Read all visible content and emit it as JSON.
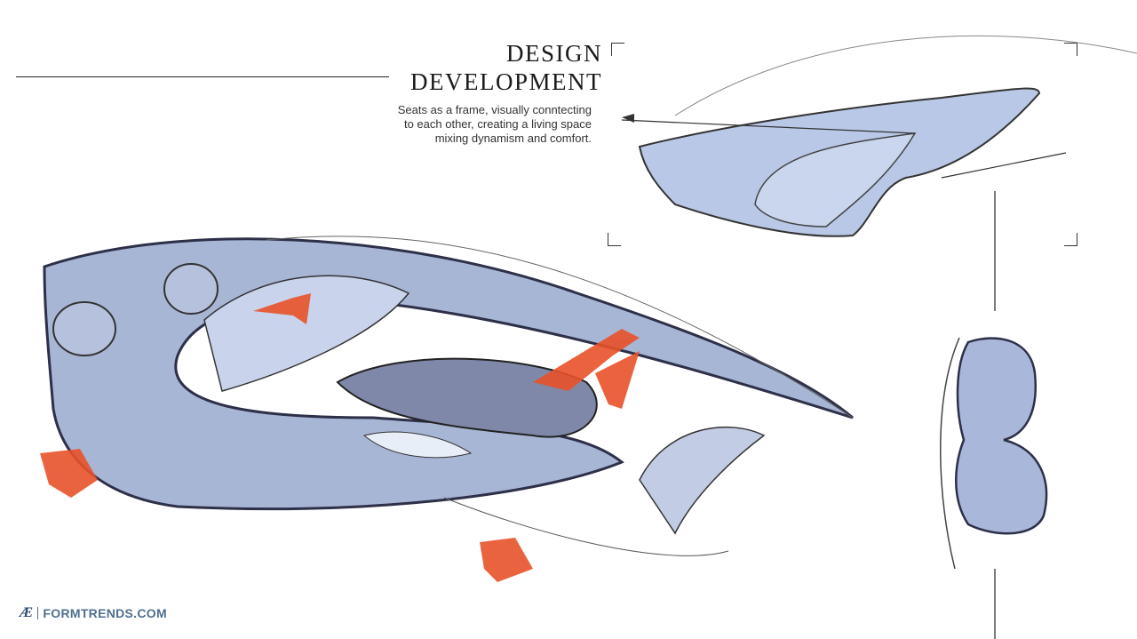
{
  "title": {
    "line1": "DESIGN",
    "line2": "DEVELOPMENT"
  },
  "description": [
    "Seats as a frame, visually conntecting",
    "to each other, creating a living space",
    "mixing dynamism and comfort."
  ],
  "logo": {
    "mark": "Æ",
    "text": "FORMTRENDS.COM"
  },
  "colors": {
    "accent": "#e8522a",
    "sketch_blue": "#b8c8e6",
    "sketch_dark": "#3a3d55"
  }
}
